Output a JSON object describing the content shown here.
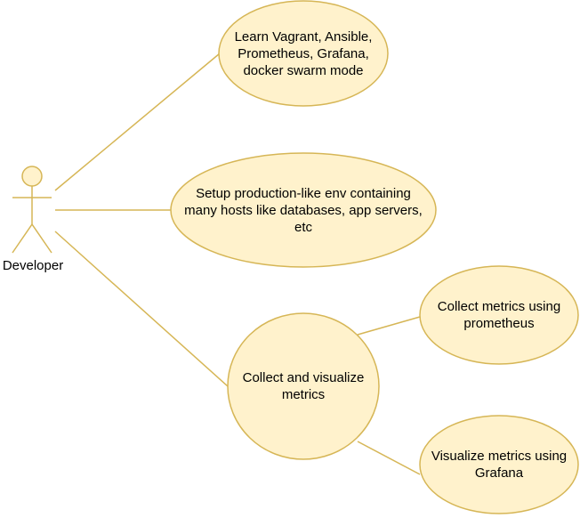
{
  "actor": {
    "name": "Developer"
  },
  "use_cases": {
    "learn_tools": "Learn Vagrant, Ansible,\nPrometheus, Grafana,\ndocker swarm mode",
    "setup_env": "Setup production-like env containing\nmany hosts like databases, app servers,\netc",
    "collect_visualize": "Collect and visualize\nmetrics",
    "collect_prometheus": "Collect metrics using\nprometheus",
    "visualize_grafana": "Visualize metrics using\nGrafana"
  },
  "colors": {
    "fill": "#fff2cc",
    "stroke": "#d6b656",
    "line": "#d6b656",
    "text": "#000000"
  }
}
